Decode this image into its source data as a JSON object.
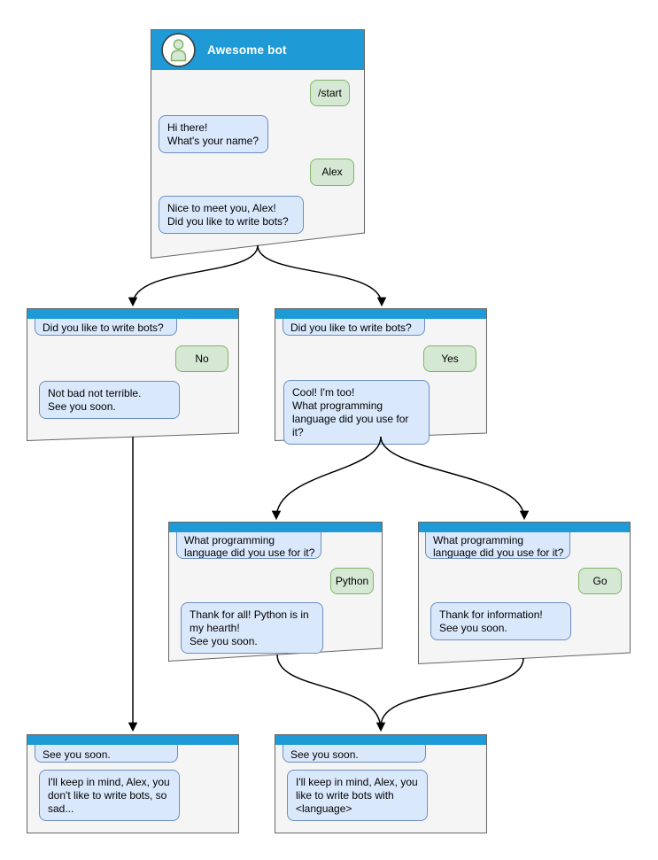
{
  "palette": {
    "header-blue": "#1e9bd7",
    "window-bg": "#f5f5f5",
    "window-border": "#666666",
    "bot-bg": "#dae8fc",
    "bot-border": "#6c8ebf",
    "user-bg": "#d5e8d4",
    "user-border": "#82b366",
    "arrow-color": "#000000",
    "title-color": "#ffffff",
    "text-color": "#000000"
  },
  "nodes": {
    "main": {
      "title": "Awesome bot",
      "avatar": "person-icon",
      "user_start": "/start",
      "bot_greeting": "Hi there!\nWhat's your name?",
      "user_name": "Alex",
      "bot_ask": "Nice to meet you, Alex!\nDid you like to write bots?"
    },
    "no_branch": {
      "question": "Did you like to write bots?",
      "answer": "No",
      "reply": "Not bad not terrible.\nSee you soon."
    },
    "yes_branch": {
      "question": "Did you like to write bots?",
      "answer": "Yes",
      "reply": "Cool! I'm too!\nWhat programming\nlanguage did you use for it?"
    },
    "python_branch": {
      "question": "What programming\nlanguage did you use for it?",
      "answer": "Python",
      "reply": "Thank for all! Python is in\nmy hearth!\nSee you soon."
    },
    "go_branch": {
      "question": "What programming\nlanguage did you use for it?",
      "answer": "Go",
      "reply": "Thank for information!\nSee you soon."
    },
    "end_no": {
      "question": "See you soon.",
      "reply": "I'll keep in mind, Alex, you\ndon't like to write bots, so\nsad..."
    },
    "end_yes": {
      "question": "See you soon.",
      "reply": "I'll keep in mind, Alex, you\nlike to write bots with\n<language>"
    }
  }
}
